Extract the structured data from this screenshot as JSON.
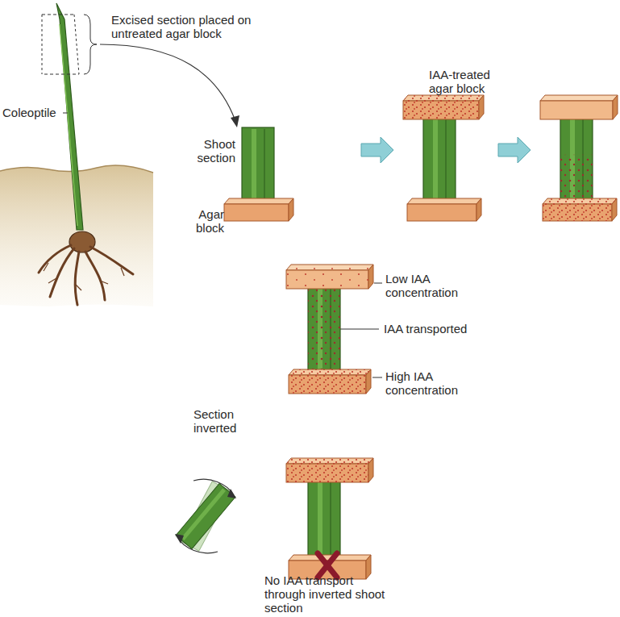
{
  "diagram": {
    "labels": [
      "Excised section placed on untreated agar block",
      "Coleoptile",
      "IAA-treated agar block",
      "Shoot section",
      "Agar block",
      "Low IAA concentration",
      "IAA transported",
      "High IAA concentration",
      "Section inverted",
      "No IAA transport through inverted shoot section"
    ]
  }
}
